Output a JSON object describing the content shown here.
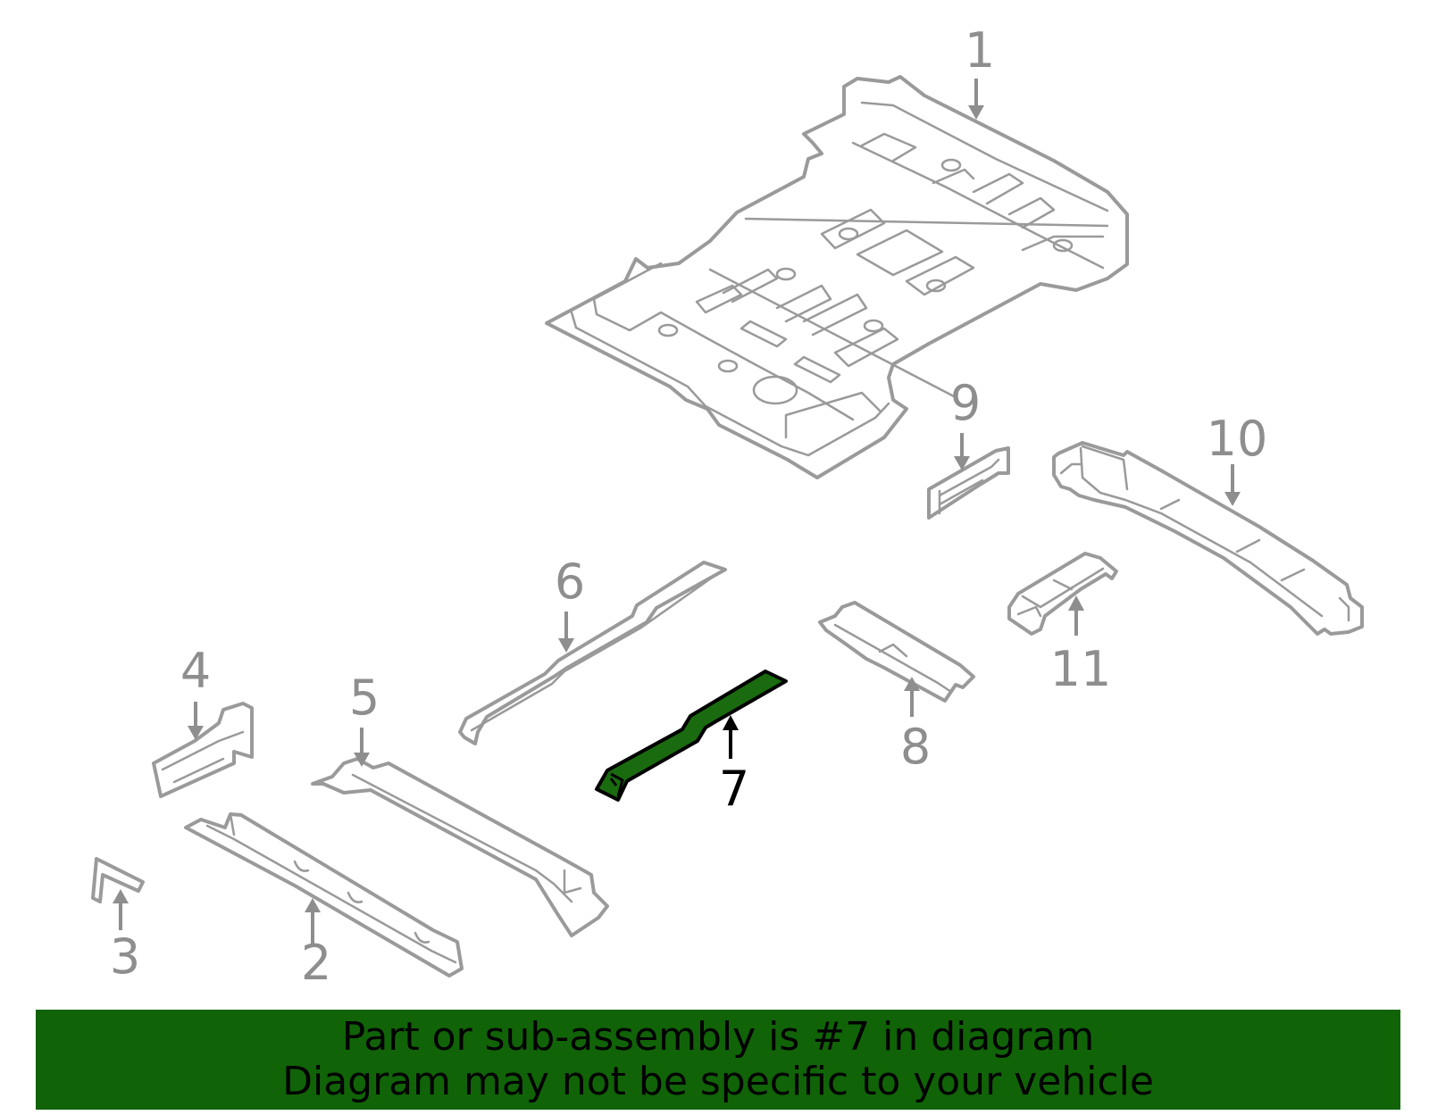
{
  "diagram": {
    "selected_part": "7",
    "callouts": [
      "1",
      "2",
      "3",
      "4",
      "5",
      "6",
      "7",
      "8",
      "9",
      "10",
      "11"
    ],
    "highlight_color": "#116308"
  },
  "banner": {
    "line1": "Part or sub-assembly is #7 in diagram",
    "line2": "Diagram may not be specific to your vehicle"
  }
}
